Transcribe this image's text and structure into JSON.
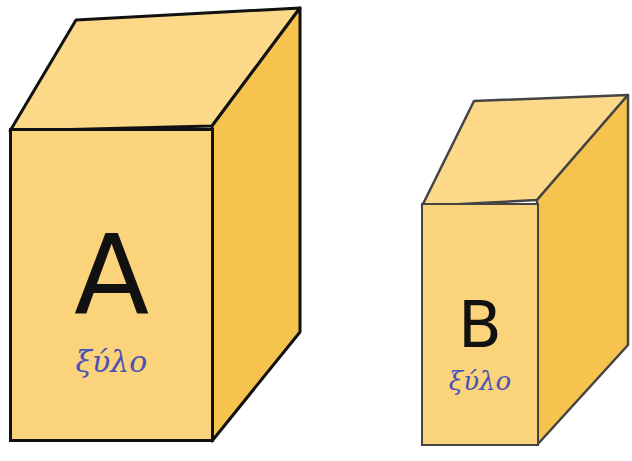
{
  "diagram": {
    "nodes": [
      {
        "text": [
          "Α",
          "ξύλο"
        ]
      },
      {
        "text": [
          "Β",
          "ξύλο"
        ]
      }
    ]
  }
}
